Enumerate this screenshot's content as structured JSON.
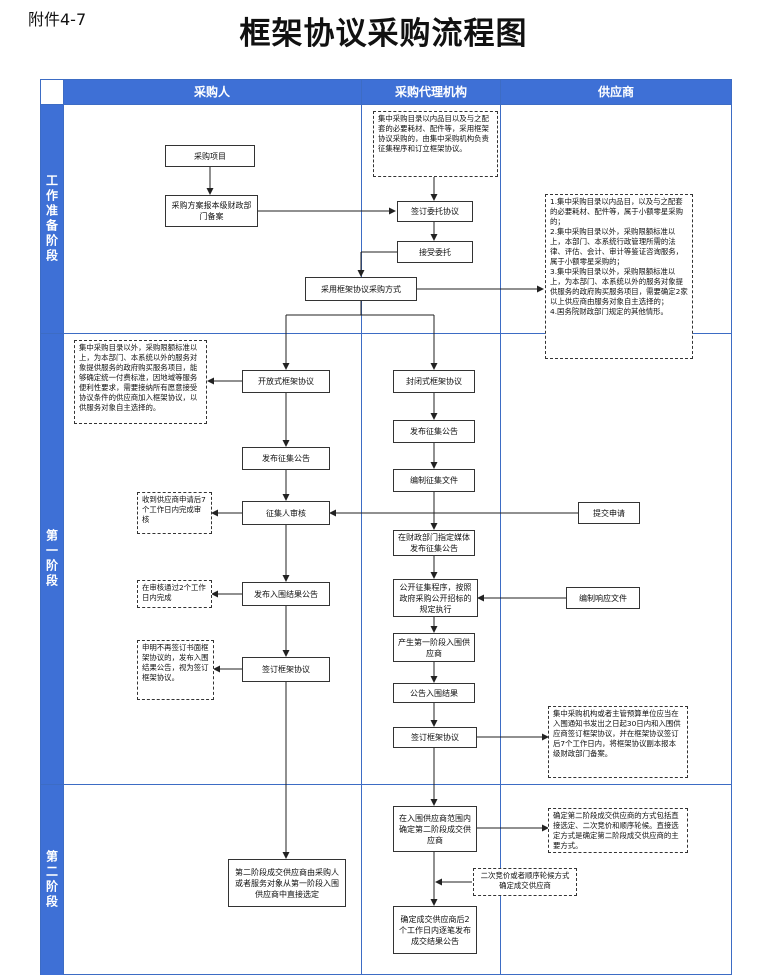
{
  "header": {
    "annex": "附件4-7",
    "title": "框架协议采购流程图"
  },
  "columns": [
    "采购人",
    "采购代理机构",
    "供应商"
  ],
  "phases": [
    "工作准备阶段",
    "第一阶段",
    "第二阶段"
  ],
  "boxes": {
    "procurement_project": "采购项目",
    "plan_filing": "采购方案报本级财政部门备案",
    "sign_entrust": "签订委托协议",
    "accept_entrust": "接受委托",
    "adopt_framework": "采用框架协议采购方式",
    "open_framework": "开放式框架协议",
    "closed_framework": "封闭式框架协议",
    "publish_notice_left": "发布征集公告",
    "publish_notice_mid": "发布征集公告",
    "prepare_docs": "编制征集文件",
    "collector_review": "征集人审核",
    "submit_application": "提交申请",
    "media_publish": "在财政部门指定媒体发布征集公告",
    "publish_result_left": "发布入围结果公告",
    "public_procedure": "公开征集程序，按照政府采购公开招标的规定执行",
    "prepare_response": "编制响应文件",
    "first_stage_supplier": "产生第一阶段入围供应商",
    "announce_result": "公告入围结果",
    "sign_agreement_left": "签订框架协议",
    "sign_agreement_mid": "签订框架协议",
    "determine_deal": "在入围供应商范围内确定第二阶段成交供应商",
    "direct_choose": "第二阶段成交供应商由采购人或者服务对象从第一阶段入围供应商中直接选定",
    "publish_deal": "确定成交供应商后2个工作日内逐笔发布成交结果公告"
  },
  "notes": {
    "agency_catalog": "集中采购目录以内品目以及与之配套的必要耗材、配件等，采用框架协议采购的，由集中采购机构负责征集程序和订立框架协议。",
    "supplier_conditions": "1.集中采购目录以内品目，以及与之配套的必要耗材、配件等，属于小额零星采购的；\n2.集中采购目录以外，采购限额标准以上，本部门、本系统行政管理所需的法律、评估、会计、审计等鉴证咨询服务，属于小额零星采购的；\n3.集中采购目录以外，采购限额标准以上，为本部门、本系统以外的服务对象提供服务的政府购买服务项目，需要确定2家以上供应商由服务对象自主选择的；\n4.国务院财政部门规定的其他情形。",
    "open_desc": "集中采购目录以外，采购限额标准以上，为本部门、本系统以外的服务对象提供服务的政府购买服务项目，能够确定统一付费标准，因地域等服务便利性要求，需要接纳所有愿意接受协议条件的供应商加入框架协议，以供服务对象自主选择的。",
    "review_time": "收到供应商申请后7个工作日内完成审核",
    "result_time": "在审核通过2个工作日内完成",
    "no_sign": "申明不再签订书面框架协议的，发布入围结果公告，视为签订框架协议。",
    "sign_filing": "集中采购机构或者主管预算单位应当在入围通知书发出之日起30日内和入围供应商签订框架协议，并在框架协议签订后7个工作日内，将框架协议副本报本级财政部门备案。",
    "second_stage_methods": "确定第二阶段成交供应商的方式包括直接选定、二次竞价和顺序轮候。直接选定方式是确定第二阶段成交供应商的主要方式。",
    "second_bid": "二次竞价或者顺序轮候方式确定成交供应商"
  },
  "colors": {
    "header_blue": "#3e70d6",
    "grid_line": "#3d6cc4"
  }
}
